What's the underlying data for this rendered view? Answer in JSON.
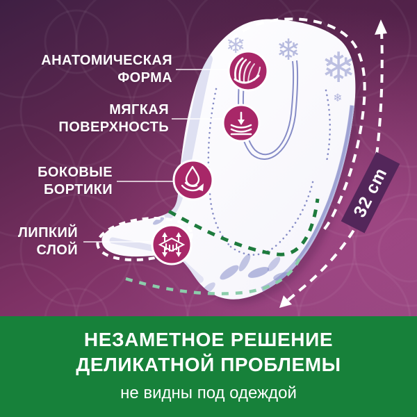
{
  "features": [
    {
      "label": "АНАТОМИЧЕСКАЯ\nФОРМА",
      "icon": "anatomical-shape-icon"
    },
    {
      "label": "МЯГКАЯ\nПОВЕРХНОСТЬ",
      "icon": "soft-surface-icon"
    },
    {
      "label": "БОКОВЫЕ\nБОРТИКИ",
      "icon": "side-barriers-icon"
    },
    {
      "label": "ЛИПКИЙ\nСЛОЙ",
      "icon": "adhesive-layer-icon"
    }
  ],
  "measurement": {
    "label": "32 cm"
  },
  "banner": {
    "title": "НЕЗАМЕТНОЕ РЕШЕНИЕ\nДЕЛИКАТНОЙ ПРОБЛЕМЫ",
    "subtitle": "не видны под одеждой"
  },
  "colors": {
    "icon_circle_magenta": "#a82768",
    "banner_green": "#17813a",
    "adhesive_outline_dark_green": "#1e7b3d",
    "adhesive_outline_light_green": "#8ccdab",
    "length_label_plum": "#53265a",
    "pad_stitch_periwinkle": "#868cc6"
  }
}
